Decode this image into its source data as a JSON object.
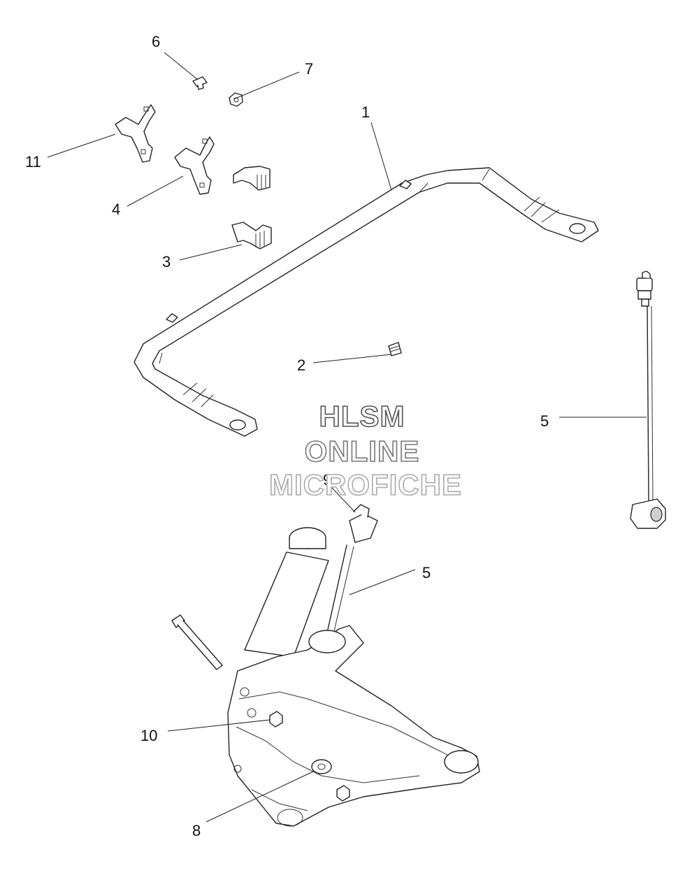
{
  "callouts": [
    {
      "id": "c1",
      "label": "1"
    },
    {
      "id": "c2",
      "label": "2"
    },
    {
      "id": "c3",
      "label": "3"
    },
    {
      "id": "c4",
      "label": "4"
    },
    {
      "id": "c5a",
      "label": "5"
    },
    {
      "id": "c5b",
      "label": "5"
    },
    {
      "id": "c6",
      "label": "6"
    },
    {
      "id": "c7",
      "label": "7"
    },
    {
      "id": "c8",
      "label": "8"
    },
    {
      "id": "c9",
      "label": "9"
    },
    {
      "id": "c10",
      "label": "10"
    },
    {
      "id": "c11",
      "label": "11"
    }
  ],
  "watermark": {
    "line1": "HLSM",
    "line2": "ONLINE",
    "line3": "MICROFICHE",
    "color_line1": "#555555",
    "color_line2": "#777777",
    "color_line3": "#aaaaaa"
  }
}
